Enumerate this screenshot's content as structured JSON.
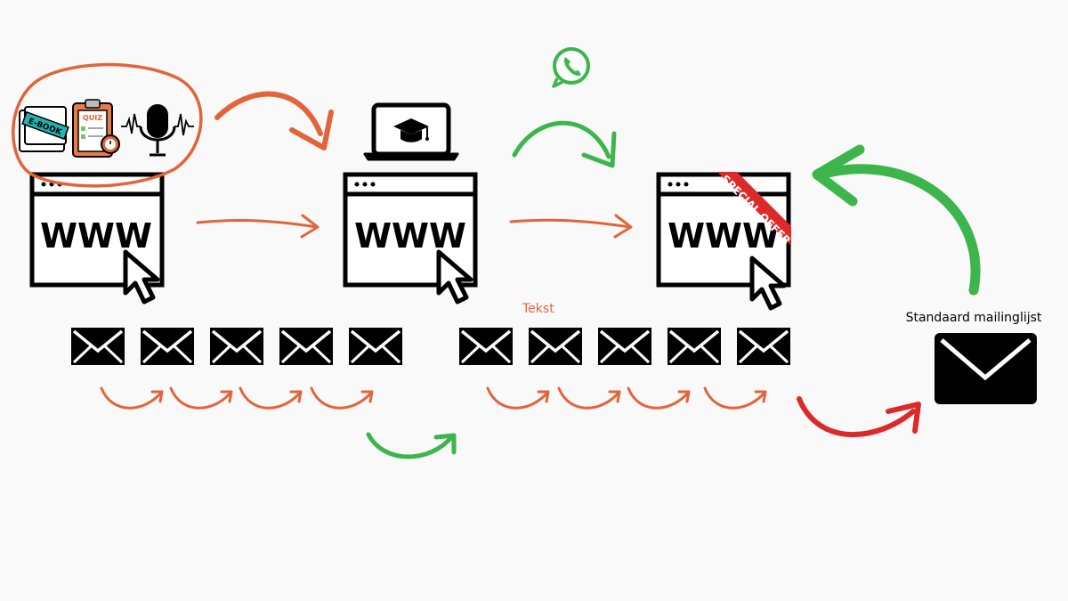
{
  "pages": [
    {
      "id": "page-1",
      "label": "WWW"
    },
    {
      "id": "page-2",
      "label": "WWW"
    },
    {
      "id": "page-3",
      "label": "WWW",
      "ribbon": "SPECIAL OFFER"
    }
  ],
  "lead_magnets": {
    "ebook_label": "E-BOOK",
    "quiz_label": "QUIZ",
    "icons": [
      "ebook-icon",
      "quiz-clipboard-icon",
      "podcast-microphone-icon"
    ]
  },
  "course_icon": "laptop-graduation-cap-icon",
  "whatsapp_icon": "whatsapp-icon",
  "text_label": "Tekst",
  "mailing_list": {
    "label": "Standaard mailinglijst"
  },
  "email_counts": {
    "group_1": 5,
    "group_2": 5
  },
  "colors": {
    "orange": "#E2643A",
    "green": "#3CB54A",
    "red": "#DC2A2A",
    "black": "#000000",
    "background": "#F9F9F9"
  }
}
